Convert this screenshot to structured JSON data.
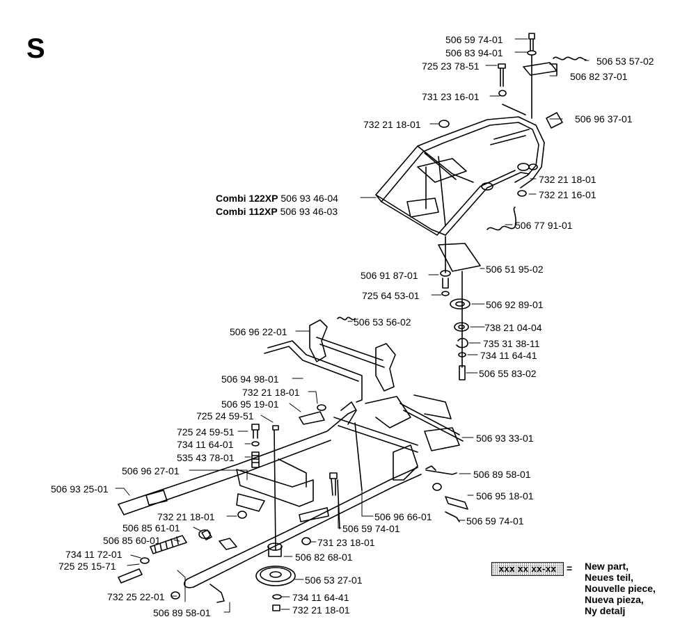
{
  "diagram": {
    "section_letter": "S",
    "callouts": [
      "506 59 74-01",
      "506 83 94-01",
      "725 23 78-51",
      "506 53 57-02",
      "506 82 37-01",
      "731 23 16-01",
      "732 21 18-01",
      "506 96 37-01",
      "732 21 18-01",
      "732 21 16-01",
      "506 93 46-04",
      "506 93 46-03",
      "506 77 91-01",
      "506 51 95-02",
      "506 91 87-01",
      "725 64 53-01",
      "506 92 89-01",
      "738 21 04-04",
      "735 31 38-11",
      "734 11 64-41",
      "506 55 83-02",
      "506 96 22-01",
      "506 53 56-02",
      "506 94 98-01",
      "732 21 18-01",
      "506 95 19-01",
      "725 24 59-51",
      "725 24 59-51",
      "734 11 64-01",
      "535 43 78-01",
      "506 96 27-01",
      "506 93 25-01",
      "506 93 33-01",
      "506 89 58-01",
      "506 95 18-01",
      "506 59 74-01",
      "506 96 66-01",
      "506 59 74-01",
      "732 21 18-01",
      "731 23 18-01",
      "506 85 61-01",
      "506 85 60-01",
      "734 11 72-01",
      "725 25 15-71",
      "506 82 68-01",
      "506 53 27-01",
      "734 11 64-41",
      "732 25 22-01",
      "732 21 18-01",
      "506 89 58-01"
    ],
    "model_labels": [
      "Combi 122XP",
      "Combi 112XP"
    ],
    "legend": {
      "sample": "xxx xx xx-xx",
      "equals": "=",
      "lines": [
        "New part,",
        "Neues teil,",
        "Nouvelle piece,",
        "Nueva pieza,",
        "Ny detalj"
      ]
    }
  }
}
